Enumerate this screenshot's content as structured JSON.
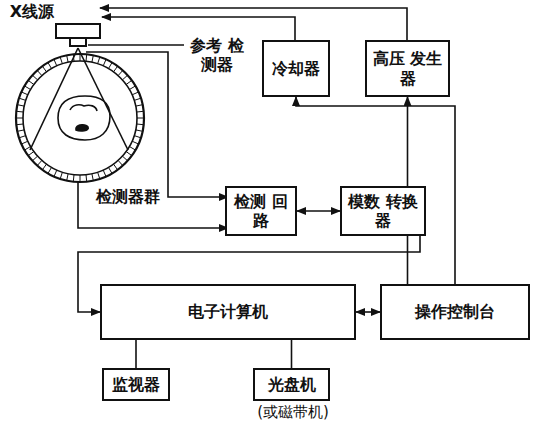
{
  "diagram": {
    "nodes": [
      {
        "text": [
          "冷却器"
        ]
      },
      {
        "text": [
          "高压 发生器"
        ]
      },
      {
        "text": [
          "检测 回路"
        ]
      },
      {
        "text": [
          "模数 转换器"
        ]
      },
      {
        "text": [
          "电子计算机"
        ]
      },
      {
        "text": [
          "操作控制台"
        ]
      },
      {
        "text": [
          "监视器"
        ]
      },
      {
        "text": [
          "光盘机"
        ]
      }
    ],
    "edges": [
      {
        "from": 5,
        "to": 0,
        "arrow": "to"
      },
      {
        "from": 5,
        "to": 1,
        "arrow": "to"
      },
      {
        "from": 2,
        "to": 3,
        "arrow": "both"
      },
      {
        "from": 3,
        "to": 4,
        "arrow": "to"
      },
      {
        "from": 4,
        "to": 5,
        "arrow": "both"
      },
      {
        "from": 4,
        "to": 6,
        "arrow": "none"
      },
      {
        "from": 4,
        "to": 7,
        "arrow": "none"
      }
    ],
    "labels": [
      "X线源",
      "参考 检测器",
      "检测器群",
      "(或磁带机)"
    ]
  }
}
